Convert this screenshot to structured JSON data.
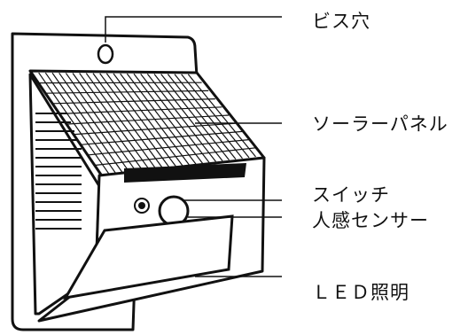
{
  "diagram": {
    "labels": {
      "screw_hole": "ビス穴",
      "solar_panel": "ソーラーパネル",
      "switch": "スイッチ",
      "motion_sensor": "人感センサー",
      "led_light": "ＬＥＤ照明"
    }
  }
}
